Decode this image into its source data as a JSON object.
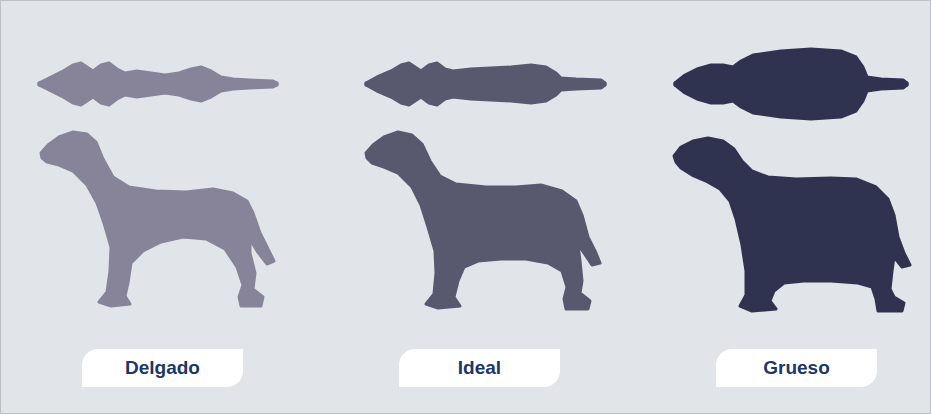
{
  "diagram": {
    "nodes": [
      {
        "text": [
          "Delgado"
        ]
      },
      {
        "text": [
          "Ideal"
        ]
      },
      {
        "text": [
          "Grueso"
        ]
      }
    ]
  }
}
